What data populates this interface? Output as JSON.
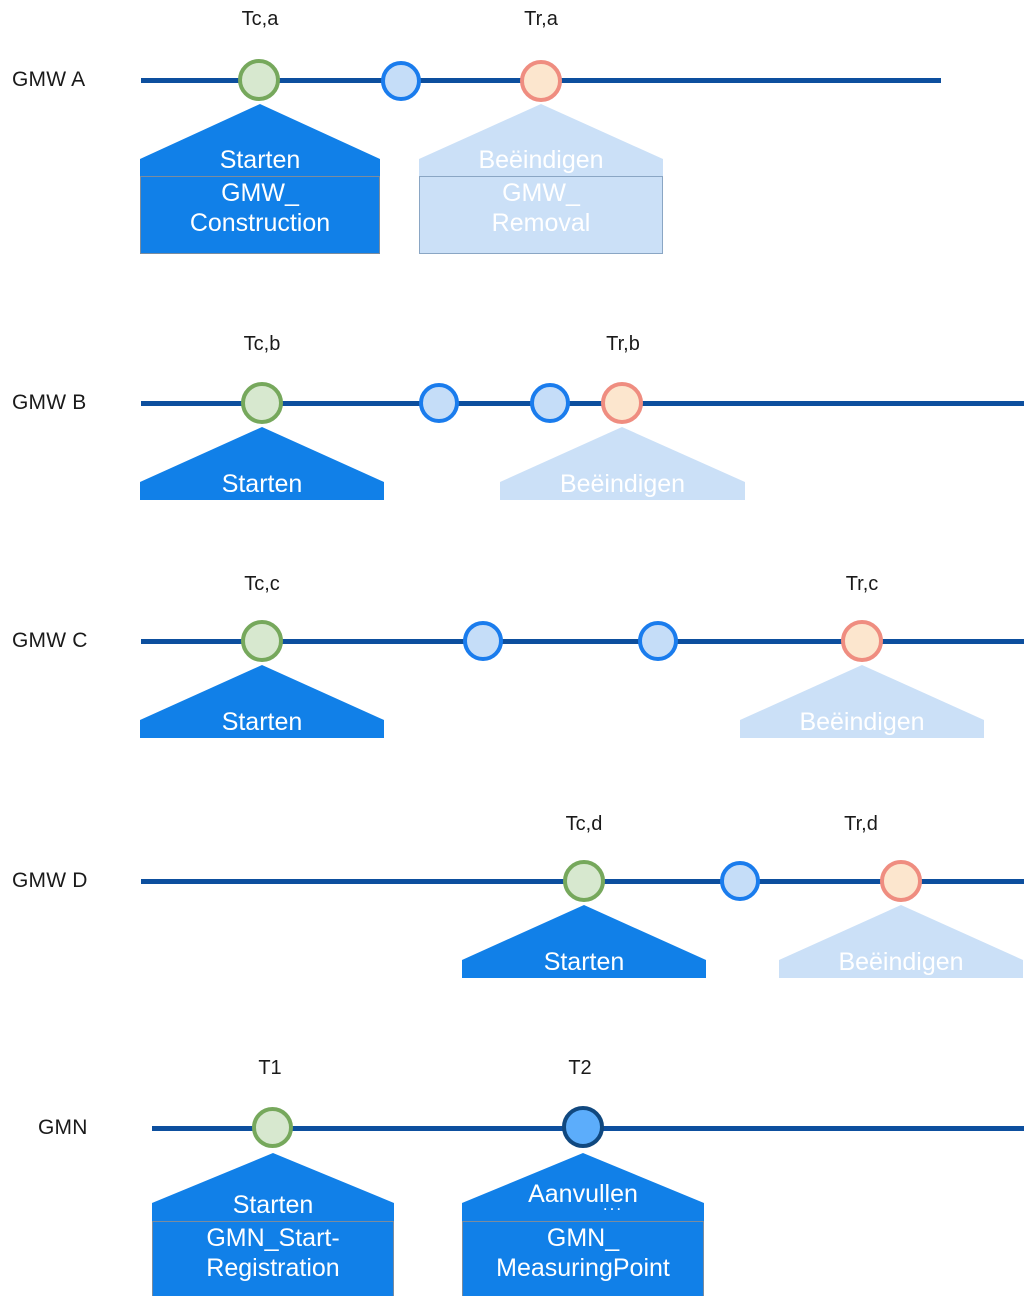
{
  "colors": {
    "axis": "#0d4f9e",
    "start_marker_fill": "#d7e8cf",
    "start_marker_border": "#76a85c",
    "event_marker_fill": "#c5ddf8",
    "event_marker_border": "#1a7ced",
    "end_marker_fill": "#fce6ce",
    "end_marker_border": "#ef8d80",
    "filled_event_fill": "#5cadfb",
    "filled_event_border": "#10487f",
    "callout_solid": "#1180e8",
    "callout_faded": "#cbe0f7",
    "callout_border": "#7b8c9e",
    "label_text": "#1a1a1a",
    "callout_text": "#ffffff"
  },
  "rows": [
    {
      "id": "gmw-a",
      "label": "GMW A",
      "ticks": [
        {
          "text": "Tc,a"
        },
        {
          "text": "Tr,a"
        }
      ],
      "callouts": [
        {
          "roof_label": "Starten",
          "box_label": "GMW_\nConstruction",
          "style": "solid"
        },
        {
          "roof_label": "Beëindigen",
          "box_label": "GMW_\nRemoval",
          "style": "faded"
        }
      ]
    },
    {
      "id": "gmw-b",
      "label": "GMW B",
      "ticks": [
        {
          "text": "Tc,b"
        },
        {
          "text": "Tr,b"
        }
      ],
      "callouts": [
        {
          "roof_label": "Starten",
          "style": "solid"
        },
        {
          "roof_label": "Beëindigen",
          "style": "faded"
        }
      ]
    },
    {
      "id": "gmw-c",
      "label": "GMW C",
      "ticks": [
        {
          "text": "Tc,c"
        },
        {
          "text": "Tr,c"
        }
      ],
      "callouts": [
        {
          "roof_label": "Starten",
          "style": "solid"
        },
        {
          "roof_label": "Beëindigen",
          "style": "faded"
        }
      ]
    },
    {
      "id": "gmw-d",
      "label": "GMW D",
      "ticks": [
        {
          "text": "Tc,d"
        },
        {
          "text": "Tr,d"
        }
      ],
      "callouts": [
        {
          "roof_label": "Starten",
          "style": "solid"
        },
        {
          "roof_label": "Beëindigen",
          "style": "faded"
        }
      ]
    },
    {
      "id": "gmn",
      "label": "GMN",
      "ticks": [
        {
          "text": "T1"
        },
        {
          "text": "T2"
        }
      ],
      "callouts": [
        {
          "roof_label": "Starten",
          "box_label": "GMN_Start-\nRegistration",
          "style": "solid"
        },
        {
          "roof_label": "Aanvullen",
          "roof_sublabel": "...",
          "box_label": "GMN_\nMeasuringPoint",
          "style": "solid"
        }
      ]
    }
  ]
}
